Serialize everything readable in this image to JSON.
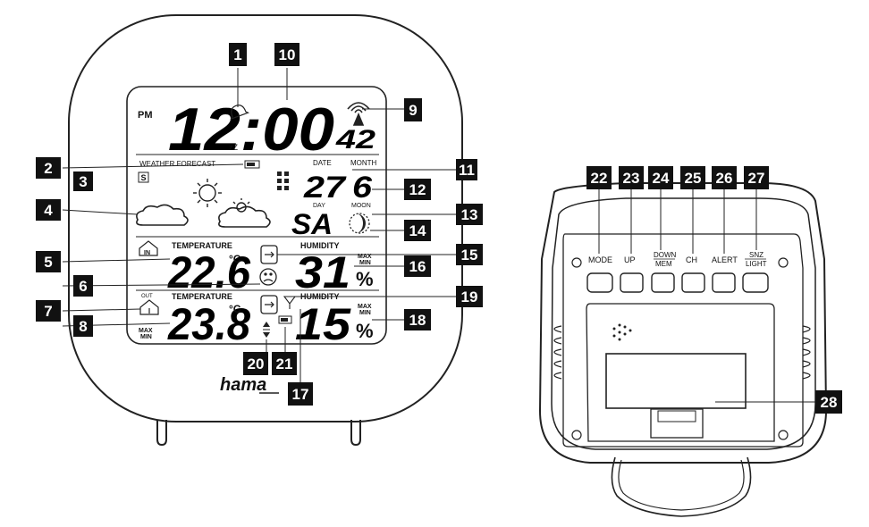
{
  "lcd": {
    "pm": "PM",
    "time": "12:00",
    "seconds": "42",
    "snooze": "zZ",
    "forecast_label": "WEATHER FORECAST",
    "s_symbol": "S",
    "date_label": "DATE",
    "month_label": "MONTH",
    "date_value": "27",
    "month_value": "6",
    "day_label": "DAY",
    "moon_label": "MOON",
    "day_value": "SA",
    "in_label": "IN",
    "in_temp_label": "TEMPERATURE",
    "in_temp": "22.6",
    "in_unit": "°C",
    "in_hum_label": "HUMIDITY",
    "in_hum": "31",
    "pct": "%",
    "maxmin_max": "MAX",
    "maxmin_min": "MIN",
    "out_label": "OUT",
    "out_temp_label": "TEMPERATURE",
    "out_temp": "23.8",
    "out_unit": "°C",
    "out_hum_label": "HUMIDITY",
    "out_hum": "15",
    "out_maxmin_max": "MAX",
    "out_maxmin_min": "MIN",
    "left_maxmin_max": "MAX",
    "left_maxmin_min": "MIN"
  },
  "brand": "hama",
  "buttons": {
    "mode": "MODE",
    "up": "UP",
    "down": "DOWN",
    "mem": "MEM",
    "ch": "CH",
    "alert": "ALERT",
    "snz": "SNZ",
    "light": "LIGHT"
  },
  "callouts": [
    "1",
    "2",
    "3",
    "4",
    "5",
    "6",
    "7",
    "8",
    "9",
    "10",
    "11",
    "12",
    "13",
    "14",
    "15",
    "16",
    "17",
    "18",
    "19",
    "20",
    "21",
    "22",
    "23",
    "24",
    "25",
    "26",
    "27",
    "28"
  ]
}
